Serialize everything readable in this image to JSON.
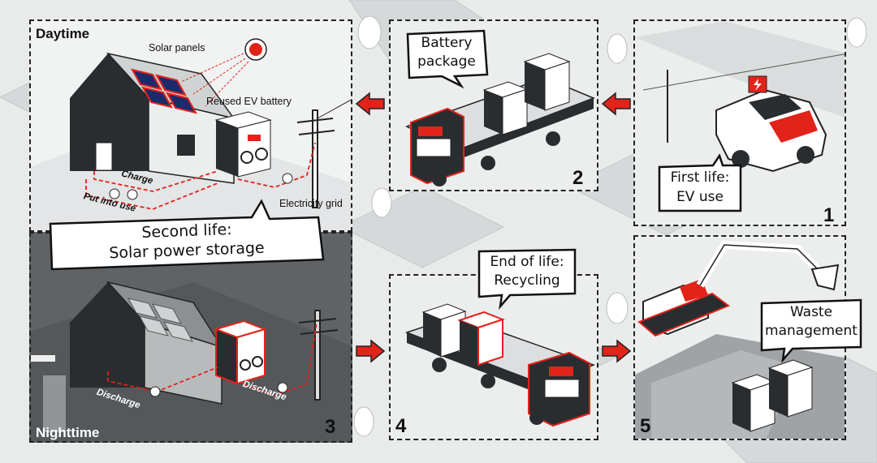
{
  "panels": {
    "daytime": {
      "corner_label": "Daytime",
      "solar_panels_label": "Solar panels",
      "reused_battery_label": "Reused EV battery",
      "charge_label": "Charge",
      "put_into_use_label": "Put into use",
      "grid_label": "Electricity grid"
    },
    "nighttime": {
      "corner_label": "Nighttime",
      "step_number": "3",
      "discharge_left": "Discharge",
      "discharge_right": "Discharge",
      "bubble": [
        "Second life:",
        "Solar power storage"
      ]
    },
    "battery_package": {
      "step_number": "2",
      "bubble": [
        "Battery",
        "package"
      ]
    },
    "first_life": {
      "step_number": "1",
      "bubble": [
        "First life:",
        "EV use"
      ]
    },
    "recycling": {
      "step_number": "4",
      "bubble": [
        "End of life:",
        "Recycling"
      ]
    },
    "waste": {
      "step_number": "5",
      "bubble": [
        "Waste",
        "management"
      ]
    }
  },
  "colors": {
    "accent_red": "#e2231a",
    "ink": "#1a1a1a",
    "night_bg": "#5f6366",
    "background": "#e9ebeb"
  },
  "icons": [
    "sun-icon",
    "lightning-icon",
    "arrow-left-icon",
    "arrow-right-icon"
  ]
}
